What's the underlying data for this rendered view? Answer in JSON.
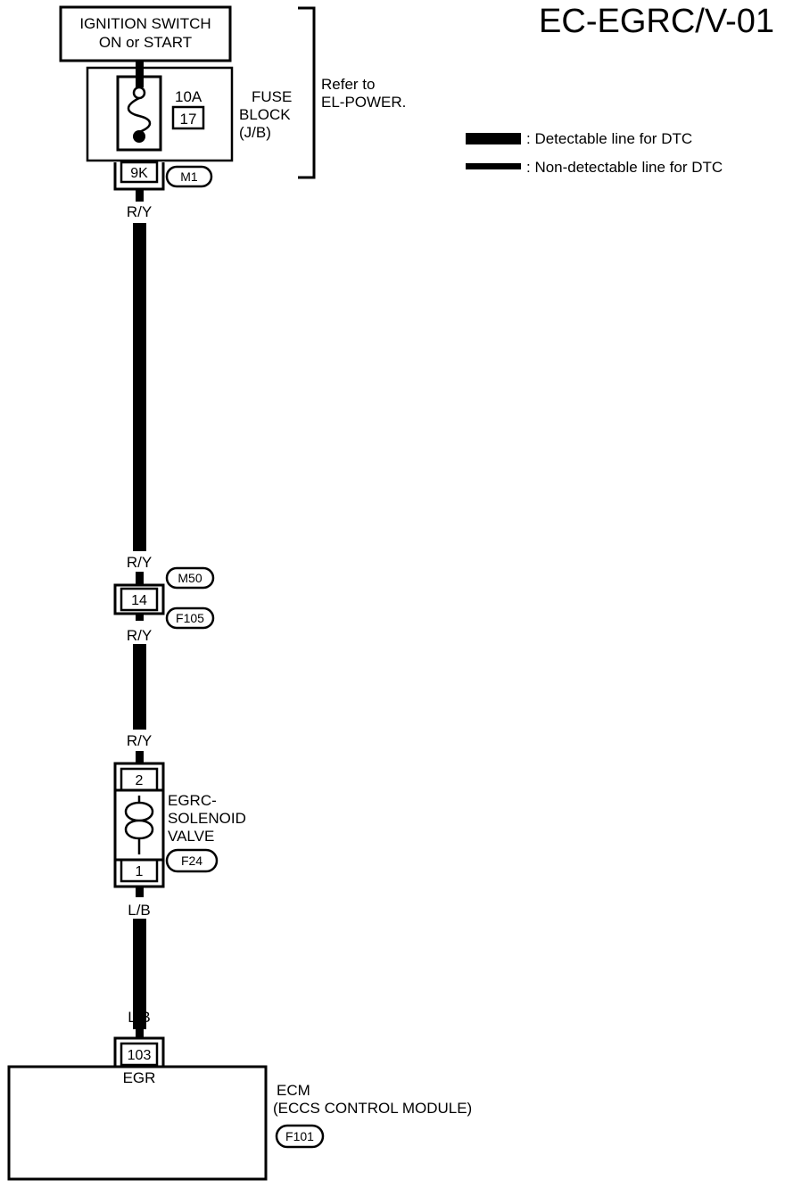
{
  "page_code": "EC-EGRC/V-01",
  "ignition_switch": {
    "line1": "IGNITION SWITCH",
    "line2": "ON or START"
  },
  "fuse": {
    "rating": "10A",
    "number": "17"
  },
  "fuse_block": {
    "line1": "FUSE",
    "line2": "BLOCK",
    "line3": "(J/B)"
  },
  "refer_note": {
    "line1": "Refer to",
    "line2": "EL-POWER."
  },
  "legend": {
    "detectable": ": Detectable line for DTC",
    "non_detectable": ": Non-detectable line for DTC"
  },
  "connectors": {
    "fuse_block_terminal": "9K",
    "fuse_block_connector": "M1",
    "joint_terminal": "14",
    "joint_connector_top": "M50",
    "joint_connector_bottom": "F105",
    "valve_terminal_top": "2",
    "valve_terminal_bottom": "1",
    "valve_connector": "F24",
    "ecm_terminal": "103",
    "ecm_connector": "F101"
  },
  "wires": {
    "w1": "R/Y",
    "w2": "R/Y",
    "w3": "R/Y",
    "w4": "R/Y",
    "w5": "L/B",
    "w6": "L/B"
  },
  "valve": {
    "line1": "EGRC-",
    "line2": "SOLENOID",
    "line3": "VALVE"
  },
  "ecm": {
    "pin_name": "EGR",
    "line1": "ECM",
    "line2": "(ECCS CONTROL MODULE)"
  }
}
